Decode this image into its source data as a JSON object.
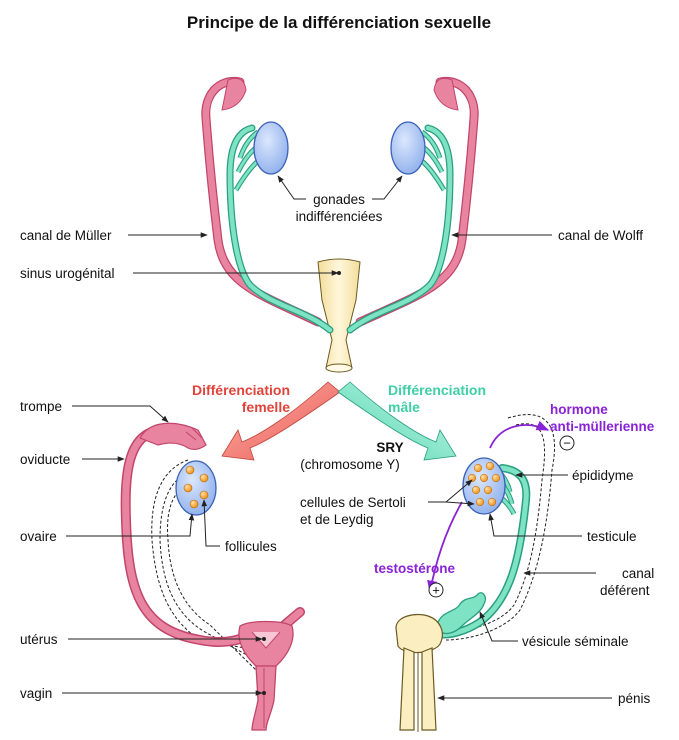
{
  "title": "Principe de la différenciation sexuelle",
  "labels": {
    "gonades_1": "gonades",
    "gonades_2": "indifférenciées",
    "canal_muller": "canal de Müller",
    "canal_wolff": "canal de Wolff",
    "sinus": "sinus urogénital",
    "diff_femelle_1": "Différenciation",
    "diff_femelle_2": "femelle",
    "diff_male_1": "Différenciation",
    "diff_male_2": "mâle",
    "sry": "SRY",
    "chromosome": "(chromosome Y)",
    "trompe": "trompe",
    "oviducte": "oviducte",
    "ovaire": "ovaire",
    "follicules": "follicules",
    "uterus": "utérus",
    "vagin": "vagin",
    "amh_1": "hormone",
    "amh_2": "anti-müllerienne",
    "minus": "−",
    "epididyme": "épididyme",
    "sertoli_1": "cellules de Sertoli",
    "sertoli_2": "et de Leydig",
    "testicule": "testicule",
    "testosterone": "testostérone",
    "plus": "+",
    "canal_deferent_1": "canal",
    "canal_deferent_2": "déférent",
    "vesicule": "vésicule séminale",
    "penis": "pénis"
  },
  "colors": {
    "muller": "#e8849f",
    "muller_dark": "#c2456b",
    "wolff": "#7ee3c3",
    "wolff_dark": "#2a9e80",
    "gonad": "#a9c3f2",
    "gonad_dark": "#3b62b5",
    "sinus": "#fbeec0",
    "female_arrow": "#e8584f",
    "male_arrow": "#6fe3c0",
    "hormone": "#8a22d6",
    "follicle": "#f5a02a"
  }
}
